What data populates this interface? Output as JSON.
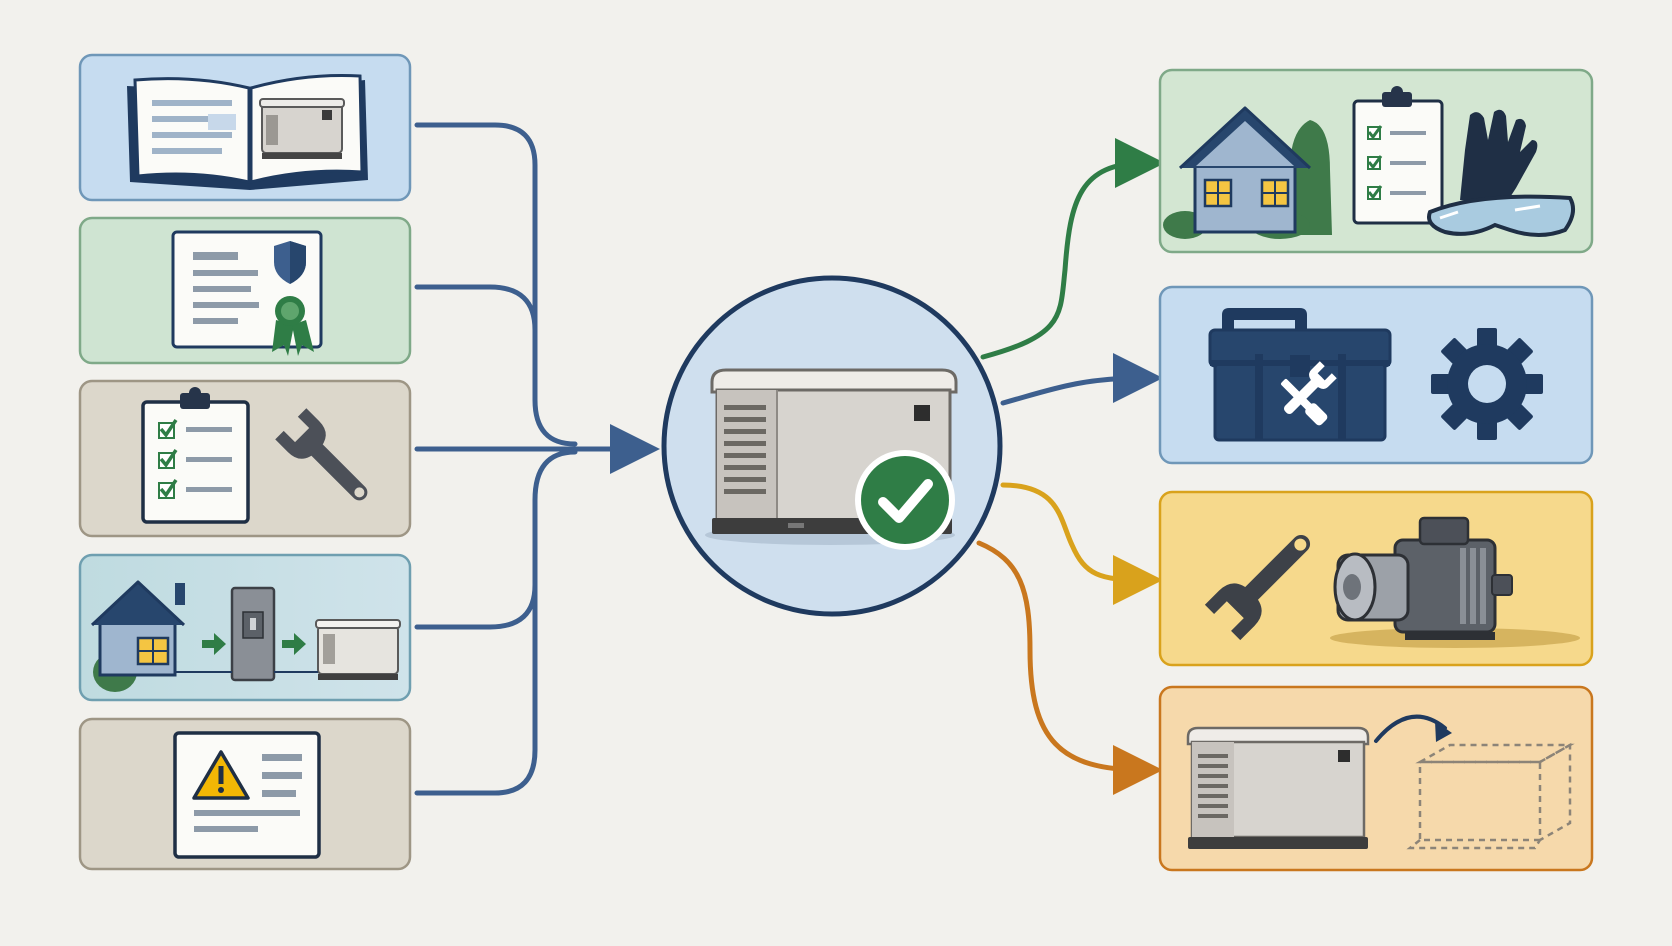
{
  "diagram": {
    "inputs": [
      {
        "id": "manual",
        "icon": "open-manual-icon"
      },
      {
        "id": "certificate",
        "icon": "certificate-icon"
      },
      {
        "id": "checklist-tools",
        "icon": "checklist-wrench-icon"
      },
      {
        "id": "connection",
        "icon": "house-transfer-switch-generator-icon"
      },
      {
        "id": "warning",
        "icon": "warning-notice-icon"
      }
    ],
    "hub": {
      "icon": "generator-approved-icon"
    },
    "outputs": [
      {
        "id": "site-safety",
        "icon": "house-checklist-safety-gear-icon"
      },
      {
        "id": "service-tools",
        "icon": "toolbox-gear-icon"
      },
      {
        "id": "engine-repair",
        "icon": "wrench-engine-icon"
      },
      {
        "id": "replacement",
        "icon": "generator-replacement-icon"
      }
    ]
  },
  "colors": {
    "background": "#f2f1ed",
    "blue": "#3d5f8e",
    "green": "#2f7d46",
    "yellow": "#d9a21c",
    "orange": "#c9771e",
    "navy": "#1f3a5f"
  }
}
